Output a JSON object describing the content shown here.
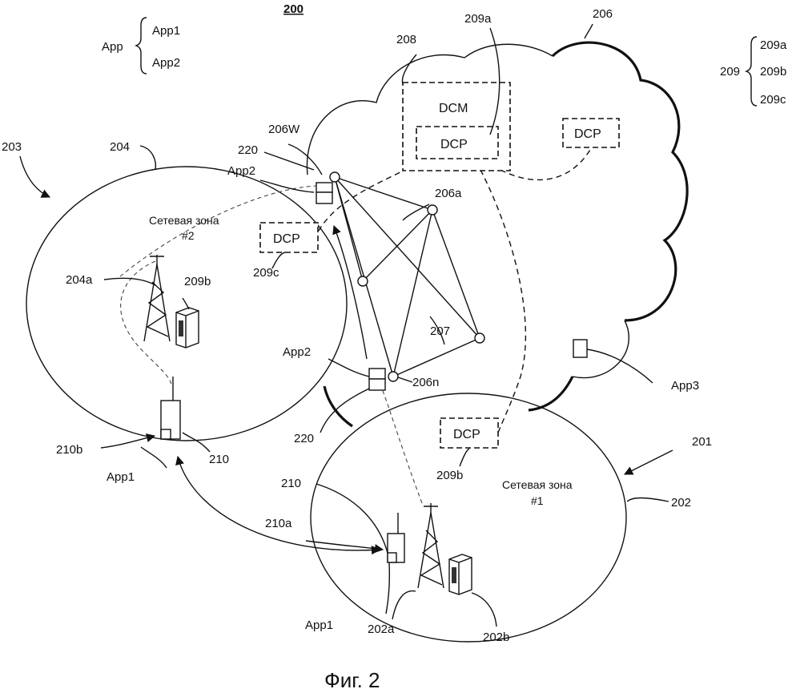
{
  "figure_number": "200",
  "caption": "Фиг. 2",
  "app_legend": {
    "title": "App",
    "items": [
      "App1",
      "App2"
    ]
  },
  "dcp_legend": {
    "title": "209",
    "items": [
      "209a",
      "209b",
      "209c"
    ]
  },
  "boxes": {
    "dcm": "DCM",
    "dcp_core": "DCP",
    "dcp_cloud": "DCP",
    "dcp_zone2": "DCP",
    "dcp_zone1": "DCP"
  },
  "zones": {
    "zone2_line1": "Сетевая зона",
    "zone2_line2": "#2",
    "zone1_line1": "Сетевая зона",
    "zone1_line2": "#1"
  },
  "labels": {
    "l206": "206",
    "l208": "208",
    "l209a": "209a",
    "l206w": "206W",
    "l220_top": "220",
    "l203": "203",
    "l204": "204",
    "l206a": "206a",
    "app2_top": "App2",
    "l209c": "209c",
    "l204a": "204a",
    "l209b_zone2": "209b",
    "l207": "207",
    "app2_mid": "App2",
    "l206n": "206n",
    "app3": "App3",
    "l220_bottom": "220",
    "l210b": "210b",
    "l210_zone2": "210",
    "app1_zone2": "App1",
    "l201": "201",
    "l209b_zone1": "209b",
    "l202": "202",
    "l210_zone1": "210",
    "l210a": "210a",
    "app1_zone1": "App1",
    "l202a": "202a",
    "l202b": "202b"
  }
}
